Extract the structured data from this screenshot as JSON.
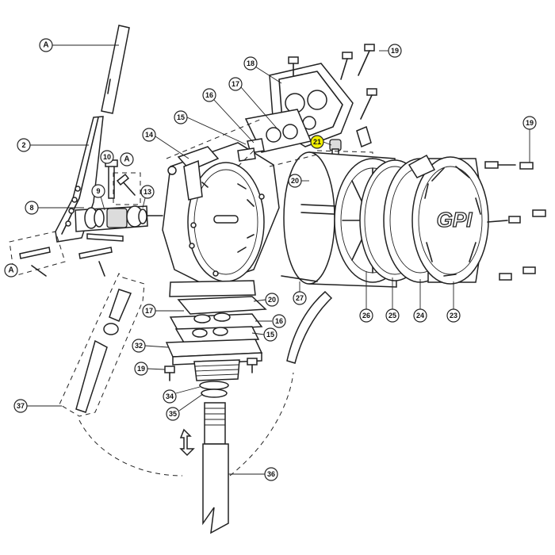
{
  "callouts": {
    "c_2": "2",
    "c_8": "8",
    "c_9": "9",
    "c_10": "10",
    "c_13": "13",
    "c_14": "14",
    "c_15a": "15",
    "c_15b": "15",
    "c_16a": "16",
    "c_16b": "16",
    "c_17a": "17",
    "c_17b": "17",
    "c_18": "18",
    "c_19a": "19",
    "c_19b": "19",
    "c_19c": "19",
    "c_20a": "20",
    "c_20b": "20",
    "c_21": "21",
    "c_23": "23",
    "c_24": "24",
    "c_25": "25",
    "c_26": "26",
    "c_27": "27",
    "c_32": "32",
    "c_34": "34",
    "c_35": "35",
    "c_36": "36",
    "c_37": "37",
    "c_A1": "A",
    "c_A2": "A",
    "c_A3": "A"
  },
  "cover_logo": "GPI",
  "highlight_color": "#f3f000"
}
